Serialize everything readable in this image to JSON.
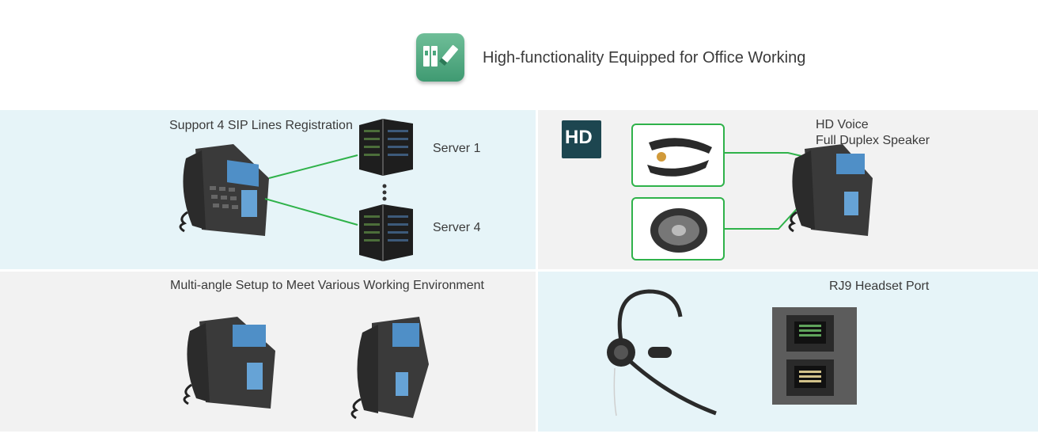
{
  "header": {
    "title": "High-functionality Equipped for Office Working",
    "icon": "office-tools-icon",
    "icon_color": "#4aa67d"
  },
  "panels": {
    "sip": {
      "title": "Support 4 SIP Lines Registration",
      "server_top": "Server 1",
      "server_bottom": "Server 4"
    },
    "hd_voice": {
      "badge": "HD",
      "line1": "HD Voice",
      "line2": "Full Duplex Speaker"
    },
    "multi_angle": {
      "title": "Multi-angle Setup to Meet Various Working Environment"
    },
    "headset": {
      "title": "RJ9 Headset Port"
    }
  },
  "colors": {
    "accent_green": "#2fb24a",
    "panel_blue": "#e6f4f8",
    "panel_gray": "#f2f2f2"
  }
}
